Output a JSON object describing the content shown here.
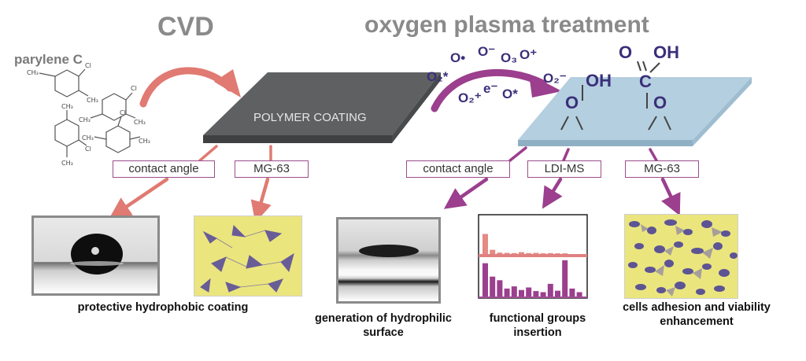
{
  "titles": {
    "cvd": "CVD",
    "plasma": "oxygen plasma treatment"
  },
  "precursor": {
    "label": "parylene C"
  },
  "slab": {
    "label": "POLYMER COATING"
  },
  "boxes": {
    "left_contact_angle": "contact angle",
    "left_mg63": "MG-63",
    "right_contact_angle": "contact angle",
    "right_ldims": "LDI-MS",
    "right_mg63": "MG-63"
  },
  "species": {
    "o2_star_left": "O₂*",
    "o_dot": "O•",
    "o_minus": "O⁻",
    "o3": "O₃",
    "o_plus": "O⁺",
    "o2_minus": "O₂⁻",
    "o2_plus": "O₂⁺",
    "e_minus": "e⁻",
    "o_star": "O*"
  },
  "functional_groups": {
    "o_top": "O",
    "oh_top": "OH",
    "c": "C",
    "oh_left": "OH",
    "o_ring_left": "O",
    "o_ring_right": "O"
  },
  "captions": {
    "hydrophobic": "protective hydrophobic coating",
    "hydrophilic": [
      "generation of hydrophilic",
      "surface"
    ],
    "functional": [
      "functional groups",
      "insertion"
    ],
    "cells": [
      "cells adhesion and viability",
      "enhancement"
    ]
  },
  "colors": {
    "cvd_arrow": "#e07a72",
    "plasma_arrow": "#9b3f8e",
    "slab_dark": "#5f6061",
    "slab_blue": "#b4cfdf",
    "cell_bg": "#ebe57e",
    "cell_stain": "#5b4f9a"
  },
  "chart_data": {
    "type": "bar",
    "title": "",
    "series": [
      {
        "name": "",
        "values": [
          0.85,
          0.18,
          0.06,
          0.05,
          0.04,
          0.08,
          0.04,
          0.05,
          0.03,
          0.04,
          0.03,
          0.03
        ]
      },
      {
        "name": "",
        "values": [
          0.92,
          0.55,
          0.45,
          0.22,
          0.28,
          0.18,
          0.25,
          0.15,
          0.12,
          0.35,
          0.16,
          1.0,
          0.22,
          0.12
        ]
      }
    ]
  }
}
